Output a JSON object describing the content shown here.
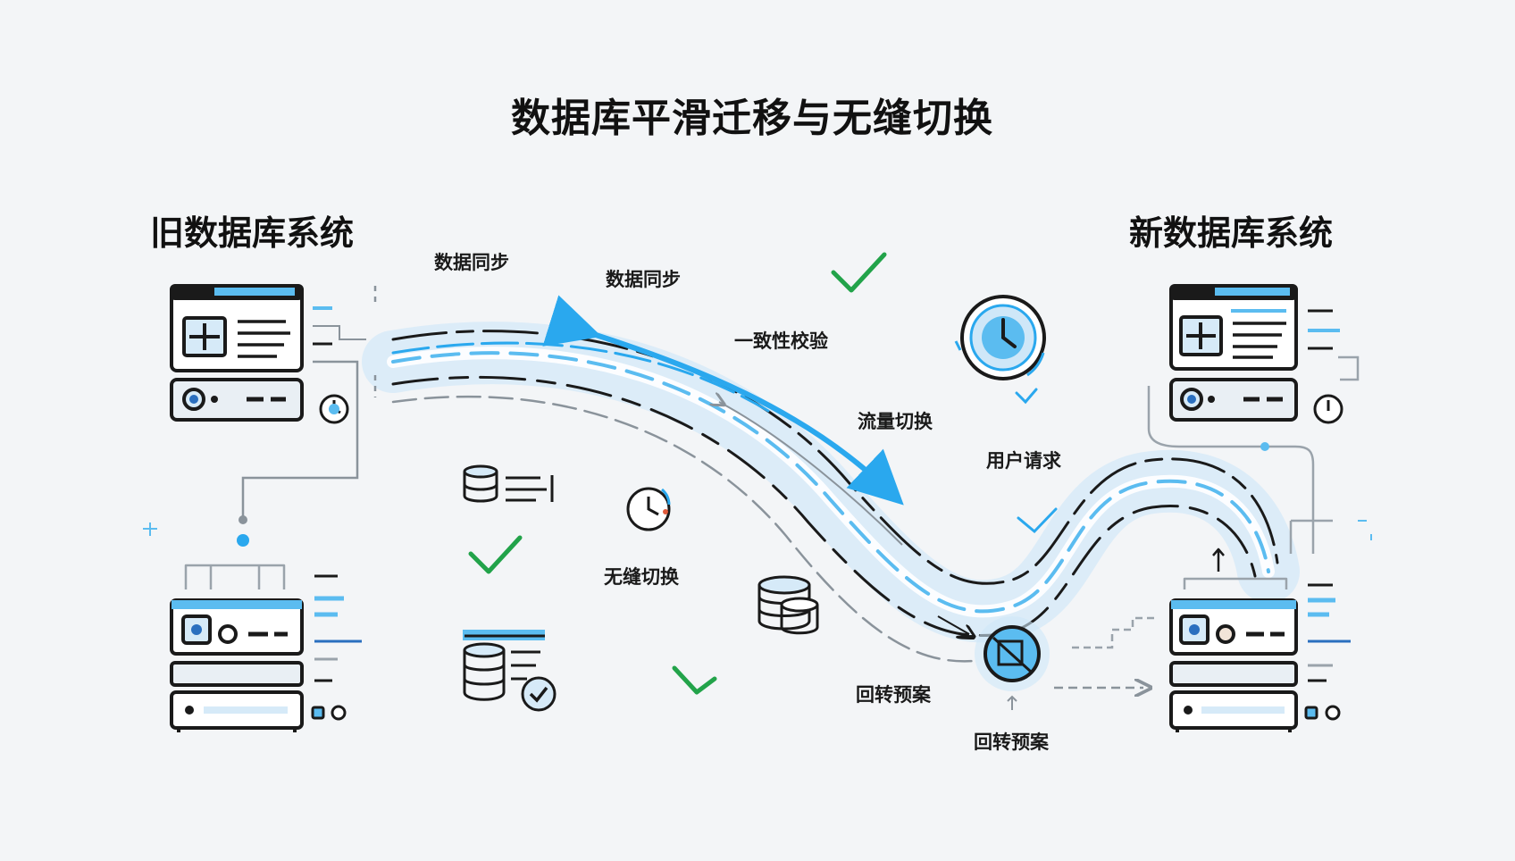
{
  "title": "数据库平滑迁移与无缝切换",
  "old_system": {
    "heading": "旧数据库系统"
  },
  "new_system": {
    "heading": "新数据库系统"
  },
  "labels": {
    "sync_1": "数据同步",
    "sync_2": "数据同步",
    "consistency": "一致性校验",
    "traffic_switch": "流量切换",
    "user_request": "用户请求",
    "seamless_switch": "无缝切换",
    "rollback_1": "回转预案",
    "rollback_2": "回转预案"
  },
  "colors": {
    "accent_blue": "#2aa8ee",
    "light_blue": "#cfe7f8",
    "check_green": "#22a34a",
    "line_dark": "#1a1a1a",
    "line_gray": "#9aa3ab"
  },
  "icons": [
    "server-icon",
    "monitor-icon",
    "clock-icon",
    "database-icon",
    "check-icon",
    "rollback-icon",
    "arrow-icon"
  ]
}
